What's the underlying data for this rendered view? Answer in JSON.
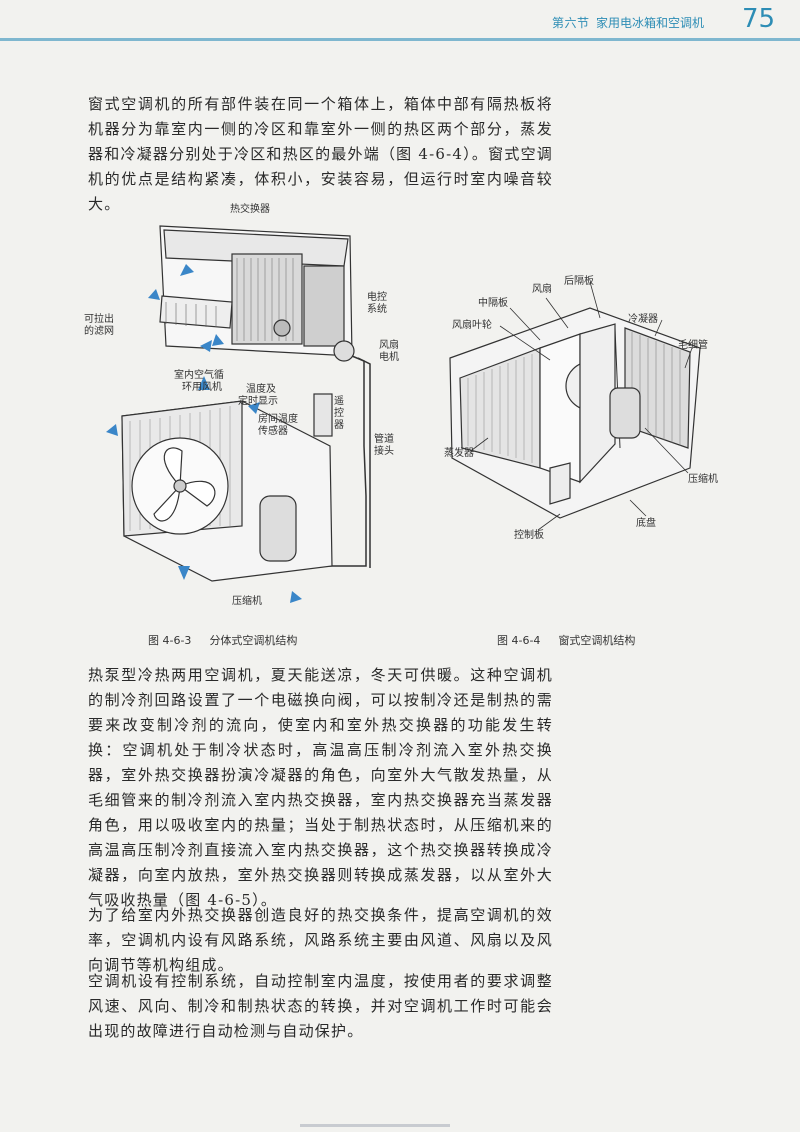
{
  "header": {
    "section": "第六节",
    "title": "家用电冰箱和空调机",
    "page_number": "75"
  },
  "paragraphs": {
    "p1": "窗式空调机的所有部件装在同一个箱体上，箱体中部有隔热板将机器分为靠室内一侧的冷区和靠室外一侧的热区两个部分，蒸发器和冷凝器分别处于冷区和热区的最外端（图 4-6-4）。窗式空调机的优点是结构紧凑，体积小，安装容易，但运行时室内噪音较大。",
    "p2": "热泵型冷热两用空调机，夏天能送凉，冬天可供暖。这种空调机的制冷剂回路设置了一个电磁换向阀，可以按制冷还是制热的需要来改变制冷剂的流向，使室内和室外热交换器的功能发生转换：空调机处于制冷状态时，高温高压制冷剂流入室外热交换器，室外热交换器扮演冷凝器的角色，向室外大气散发热量，从毛细管来的制冷剂流入室内热交换器，室内热交换器充当蒸发器角色，用以吸收室内的热量；当处于制热状态时，从压缩机来的高温高压制冷剂直接流入室内热交换器，这个热交换器转换成冷凝器，向室内放热，室外热交换器则转换成蒸发器，以从室外大气吸收热量（图 4-6-5）。",
    "p3": "为了给室内外热交换器创造良好的热交换条件，提高空调机的效率，空调机内设有风路系统，风路系统主要由风道、风扇以及风向调节等机构组成。",
    "p4": "空调机设有控制系统，自动控制室内温度，按使用者的要求调整风速、风向、制冷和制热状态的转换，并对空调机工作时可能会出现的故障进行自动检测与自动保护。"
  },
  "figure1": {
    "caption_number": "图 4-6-3",
    "caption_text": "分体式空调机结构",
    "labels": {
      "heat_exchanger": "热交换器",
      "filter_a": "可拉出",
      "filter_b": "的滤网",
      "control_a": "电控",
      "control_b": "系统",
      "fanmotor_a": "风扇",
      "fanmotor_b": "电机",
      "circfan_a": "室内空气循",
      "circfan_b": "环用风机",
      "display_a": "温度及",
      "display_b": "定时显示",
      "sensor_a": "房间温度",
      "sensor_b": "传感器",
      "remote_a": "遥",
      "remote_b": "控",
      "remote_c": "器",
      "pipe_a": "管道",
      "pipe_b": "接头",
      "compressor": "压缩机"
    }
  },
  "figure2": {
    "caption_number": "图 4-6-4",
    "caption_text": "窗式空调机结构",
    "labels": {
      "fan": "风扇",
      "rear_partition": "后隔板",
      "middle_partition": "中隔板",
      "condenser": "冷凝器",
      "impeller": "风扇叶轮",
      "capillary": "毛细管",
      "evaporator": "蒸发器",
      "compressor": "压缩机",
      "base": "底盘",
      "control_panel": "控制板"
    }
  },
  "colors": {
    "accent": "#2d8db5",
    "arrow": "#3a86c8",
    "paper": "#f2f2ef"
  }
}
